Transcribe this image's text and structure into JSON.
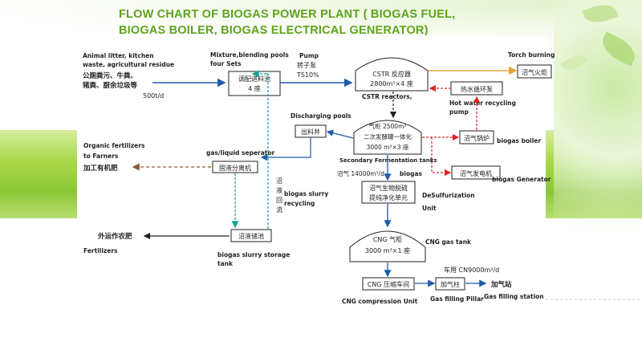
{
  "title_line1": "FLOW  CHART OF BIOGAS POWER PLANT ( BIOGAS FUEL,",
  "title_line2": "BIOGAS BOILER, BIOGAS ELECTRICAL GENERATOR)",
  "labels": {
    "feed_en_1": "Animal litter, kitchen",
    "feed_en_2": "waste, agricultural residue",
    "feed_cn_1": "公厕粪污、牛粪、",
    "feed_cn_2": "猪粪、厨余垃圾等",
    "feed_rate": "500t/d",
    "mix_en_1": "Mixture,blending pools",
    "mix_en_2": "four  Sets",
    "mix_box_1": "调配进料池",
    "mix_box_2": "4 座",
    "pump_en": "Pump",
    "pump_cn": "转子泵",
    "pump_ts": "TS10%",
    "cstr_box_1": "CSTR 反应器",
    "cstr_box_2": "2800m³×4 座",
    "cstr_en": "CSTR reactors,",
    "torch_en": "Torch burning",
    "torch_box": "沼气火炬",
    "hotwater_box": "热水循环泵",
    "hotwater_en_1": "Hot water recycling",
    "hotwater_en_2": "pump",
    "discharge_en": "Discharging pools",
    "discharge_box": "出料井",
    "secondary_box_1": "气柜 2500m³",
    "secondary_box_2": "二次发酵罐一体化",
    "secondary_box_3": "3000 m³×3 座",
    "secondary_en": "Secondary Fermentation tanks",
    "boiler_box": "沼气锅炉",
    "boiler_en": "biogas  boiler",
    "generator_box": "沼气发电机",
    "generator_en": "biogas Generator",
    "organic_en_1": "Organic fertilizers",
    "organic_en_2": "to Farners",
    "organic_cn": "加工有机肥",
    "separator_en": "gas/liquid seperator",
    "separator_box": "固液分离机",
    "biogas_flow_cn": "沼气 14000m³/d",
    "biogas_flow_en": "biogas",
    "desulf_box_1": "沼气生物脱硫",
    "desulf_box_2": "提纯净化单元",
    "desulf_en_1": "DeSulfurization",
    "desulf_en_2": "Unit",
    "slurry_vert_1": "沼",
    "slurry_vert_2": "液",
    "slurry_vert_3": "回",
    "slurry_vert_4": "流",
    "slurry_en_1": "biogas slurry",
    "slurry_en_2": "recycling",
    "fert_cn": "外运作农肥",
    "fert_en": "Fertilizers",
    "storage_box": "沼液储池",
    "storage_en_1": "biogas slurry storage",
    "storage_en_2": "tank",
    "cng_box_1": "CNG 气柜",
    "cng_box_2": "3000 m³×1 座",
    "cng_en": "CNG gas tank",
    "vehicle_cn": "车用 CN9000m³/d",
    "compress_box": "CNG 压缩车间",
    "compress_en": "CNG compression Unit",
    "pillar_box": "加气柱",
    "pillar_en": "Gas filling Pillar",
    "station_cn": "加气站",
    "station_en": "Gas filling station"
  }
}
